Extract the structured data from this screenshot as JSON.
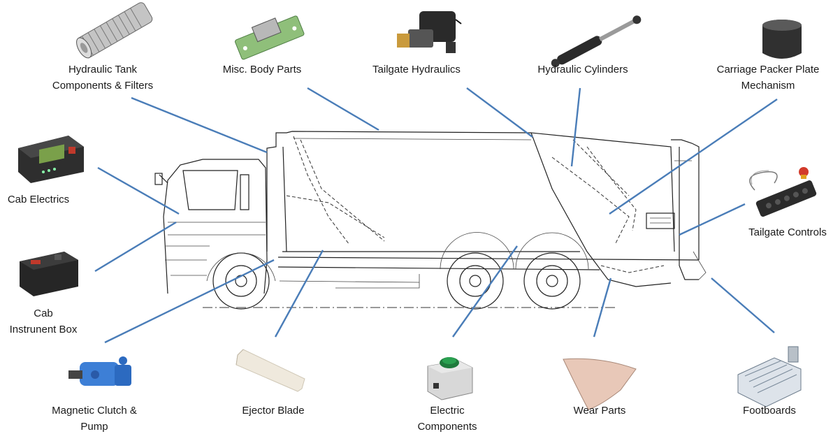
{
  "labels": {
    "hydraulic_tank": [
      "Hydraulic Tank",
      "Components & Filters"
    ],
    "misc_body": [
      "Misc. Body Parts"
    ],
    "tailgate_hydraulics": [
      "Tailgate Hydraulics"
    ],
    "hydraulic_cylinders": [
      "Hydraulic Cylinders"
    ],
    "carriage_packer": [
      "Carriage Packer Plate",
      "Mechanism"
    ],
    "cab_electrics": [
      "Cab Electrics"
    ],
    "tailgate_controls": [
      "Tailgate Controls"
    ],
    "cab_instrument_box": [
      "Cab",
      "Instrunent Box"
    ],
    "magnetic_clutch": [
      "Magnetic Clutch &",
      "Pump"
    ],
    "ejector_blade": [
      "Ejector Blade"
    ],
    "electric_components": [
      "Electric",
      "Components"
    ],
    "wear_parts": [
      "Wear Parts"
    ],
    "footboards": [
      "Footboards"
    ]
  },
  "colors": {
    "leader_line": "#4a7db8",
    "outline": "#222222"
  },
  "icons": [
    "filter-cartridge-icon",
    "body-bracket-icon",
    "solenoid-valve-icon",
    "hydraulic-cylinder-icon",
    "packer-cap-icon",
    "control-panel-icon",
    "instrument-box-icon",
    "control-pendant-icon",
    "clutch-pump-icon",
    "ejector-blade-icon",
    "push-button-box-icon",
    "wear-plate-icon",
    "footboard-step-icon"
  ]
}
